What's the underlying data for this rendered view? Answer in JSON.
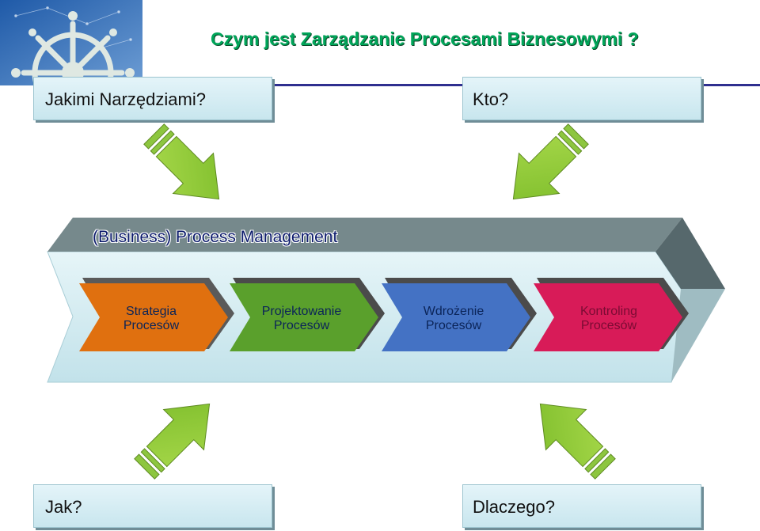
{
  "header": {
    "title": "Czym jest Zarządzanie Procesami Biznesowymi ?"
  },
  "questions": {
    "tools": "Jakimi Narzędziami?",
    "who": "Kto?",
    "how": "Jak?",
    "why": "Dlaczego?"
  },
  "framework": {
    "title": "(Business) Process Management",
    "steps": [
      {
        "label": "Strategia\nProcesów",
        "color": "#e0700f"
      },
      {
        "label": "Projektowanie\nProcesów",
        "color": "#5aa02c"
      },
      {
        "label": "Wdrożenie\nProcesów",
        "color": "#4472c4"
      },
      {
        "label": "Kontroling\nProcesów",
        "color": "#d81b58"
      }
    ]
  },
  "icons": {
    "logo": "ship-wheel-icon",
    "arrows": "green-arrow-icon"
  },
  "colors": {
    "title": "#00a65a",
    "arrow": "#8dc63f",
    "band": "#c9e8ee",
    "band_header": "#76898c"
  }
}
